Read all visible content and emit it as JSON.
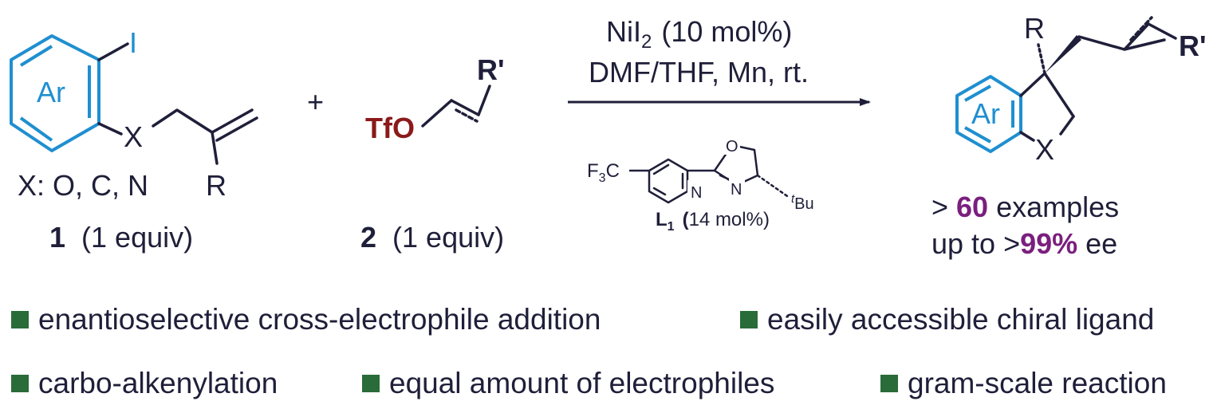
{
  "reactant1": {
    "ring_label": "Ar",
    "iodo": "I",
    "linker": "X",
    "substituent": "R",
    "x_options": "X: O, C, N",
    "compound_number": "1",
    "equiv": "(1 equiv)"
  },
  "plus": "+",
  "reactant2": {
    "tfo": "TfO",
    "substituent": "R'",
    "compound_number": "2",
    "equiv": "(1 equiv)"
  },
  "conditions": {
    "catalyst_prefix": "NiI",
    "catalyst_sub": "2",
    "catalyst_loading": "(10 mol%)",
    "solvent_reductant": "DMF/THF, Mn, rt."
  },
  "ligand": {
    "cf3_prefix": "F",
    "cf3_sub": "3",
    "cf3_suffix": "C",
    "pyridine_n": "N",
    "oxazoline_o": "O",
    "oxazoline_n": "N",
    "tbu_prefix": "t",
    "tbu_suffix": "Bu",
    "name_prefix": "L",
    "name_sub": "1",
    "open_paren": "(",
    "loading": "14 mol%)"
  },
  "product": {
    "ring_label": "Ar",
    "substituent_r": "R",
    "substituent_r2": "R'",
    "linker": "X",
    "examples_prefix": "> ",
    "examples_count": "60",
    "examples_suffix": " examples",
    "ee_prefix": "up to >",
    "ee_value": "99%",
    "ee_suffix": " ee"
  },
  "features": [
    "enantioselective cross-electrophile addition",
    "easily accessible chiral ligand",
    "carbo-alkenylation",
    "equal amount of electrophiles",
    "gram-scale reaction"
  ],
  "colors": {
    "ring": "#1f8fd0",
    "triflate": "#8b1a1a",
    "highlight": "#7a1f7e",
    "bullet": "#2a6b3a",
    "text": "#1f1f3a"
  },
  "icons": {
    "bullet": "square-bullet-icon",
    "arrow": "reaction-arrow-icon"
  }
}
